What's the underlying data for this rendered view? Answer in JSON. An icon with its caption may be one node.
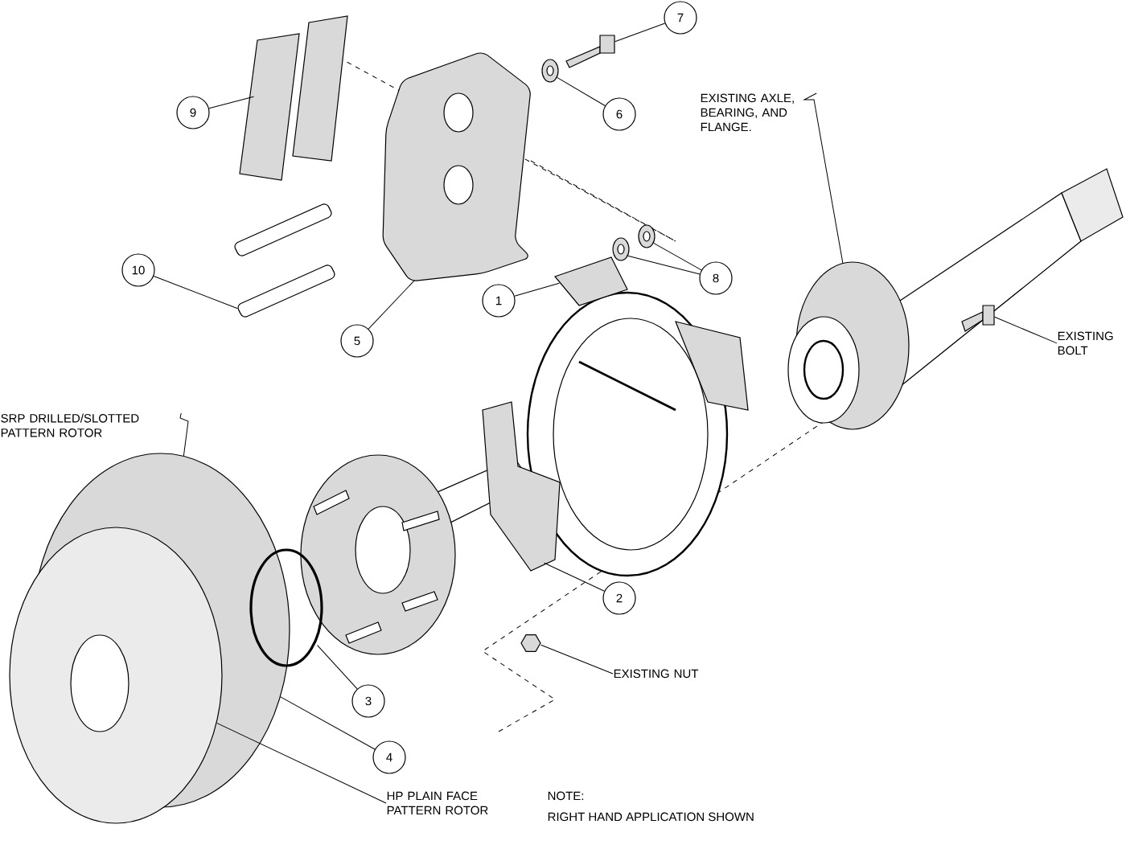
{
  "diagram": {
    "nodes": [
      {
        "text": [
          "7"
        ]
      },
      {
        "text": [
          "9"
        ]
      },
      {
        "text": [
          "6"
        ]
      },
      {
        "text": [
          "EXISTING AXLE, BEARING, AND FLANGE."
        ]
      },
      {
        "text": [
          "10"
        ]
      },
      {
        "text": [
          "8"
        ]
      },
      {
        "text": [
          "1"
        ]
      },
      {
        "text": [
          "5"
        ]
      },
      {
        "text": [
          "EXISTING BOLT"
        ]
      },
      {
        "text": [
          "SRP DRILLED/SLOTTED PATTERN ROTOR"
        ]
      },
      {
        "text": [
          "2"
        ]
      },
      {
        "text": [
          "EXISTING NUT"
        ]
      },
      {
        "text": [
          "3"
        ]
      },
      {
        "text": [
          "4"
        ]
      },
      {
        "text": [
          "HP PLAIN FACE PATTERN ROTOR"
        ]
      },
      {
        "text": [],
        "shape": "picture"
      },
      {
        "text": [],
        "shape": "picture"
      },
      {
        "text": [],
        "shape": "picture"
      },
      {
        "text": [],
        "shape": "picture"
      },
      {
        "text": [],
        "shape": "picture"
      },
      {
        "text": [],
        "shape": "picture"
      },
      {
        "text": [],
        "shape": "picture"
      },
      {
        "text": [],
        "shape": "picture"
      },
      {
        "text": [],
        "shape": "picture"
      },
      {
        "text": [],
        "shape": "picture"
      },
      {
        "text": [],
        "shape": "picture"
      },
      {
        "text": [],
        "shape": "picture"
      },
      {
        "text": [],
        "shape": "picture"
      },
      {
        "text": [],
        "shape": "circle"
      },
      {
        "text": [],
        "shape": "picture"
      }
    ],
    "edges": [
      {
        "from": 0,
        "to": 15,
        "arrow": "none"
      },
      {
        "from": 1,
        "to": 16,
        "arrow": "none"
      },
      {
        "from": 2,
        "to": 17,
        "arrow": "none"
      },
      {
        "from": 3,
        "to": 18,
        "arrow": "none"
      },
      {
        "from": 4,
        "to": 19,
        "arrow": "none"
      },
      {
        "from": 5,
        "to": 20,
        "arrow": "none"
      },
      {
        "from": 5,
        "to": 21,
        "arrow": "none"
      },
      {
        "from": 6,
        "to": 22,
        "arrow": "none"
      },
      {
        "from": 7,
        "to": 23,
        "arrow": "none"
      },
      {
        "from": 8,
        "to": 24,
        "arrow": "none"
      },
      {
        "from": 9,
        "to": 25,
        "arrow": "none"
      },
      {
        "from": 10,
        "to": 26,
        "arrow": "none"
      },
      {
        "from": 11,
        "to": 27,
        "arrow": "none"
      },
      {
        "from": 12,
        "to": 28,
        "arrow": "none"
      },
      {
        "from": 13,
        "to": 25,
        "arrow": "none"
      },
      {
        "from": 14,
        "to": 29,
        "arrow": "none"
      }
    ],
    "labels": [
      "NOTE:",
      "RIGHT HAND APPLICATION SHOWN"
    ]
  }
}
